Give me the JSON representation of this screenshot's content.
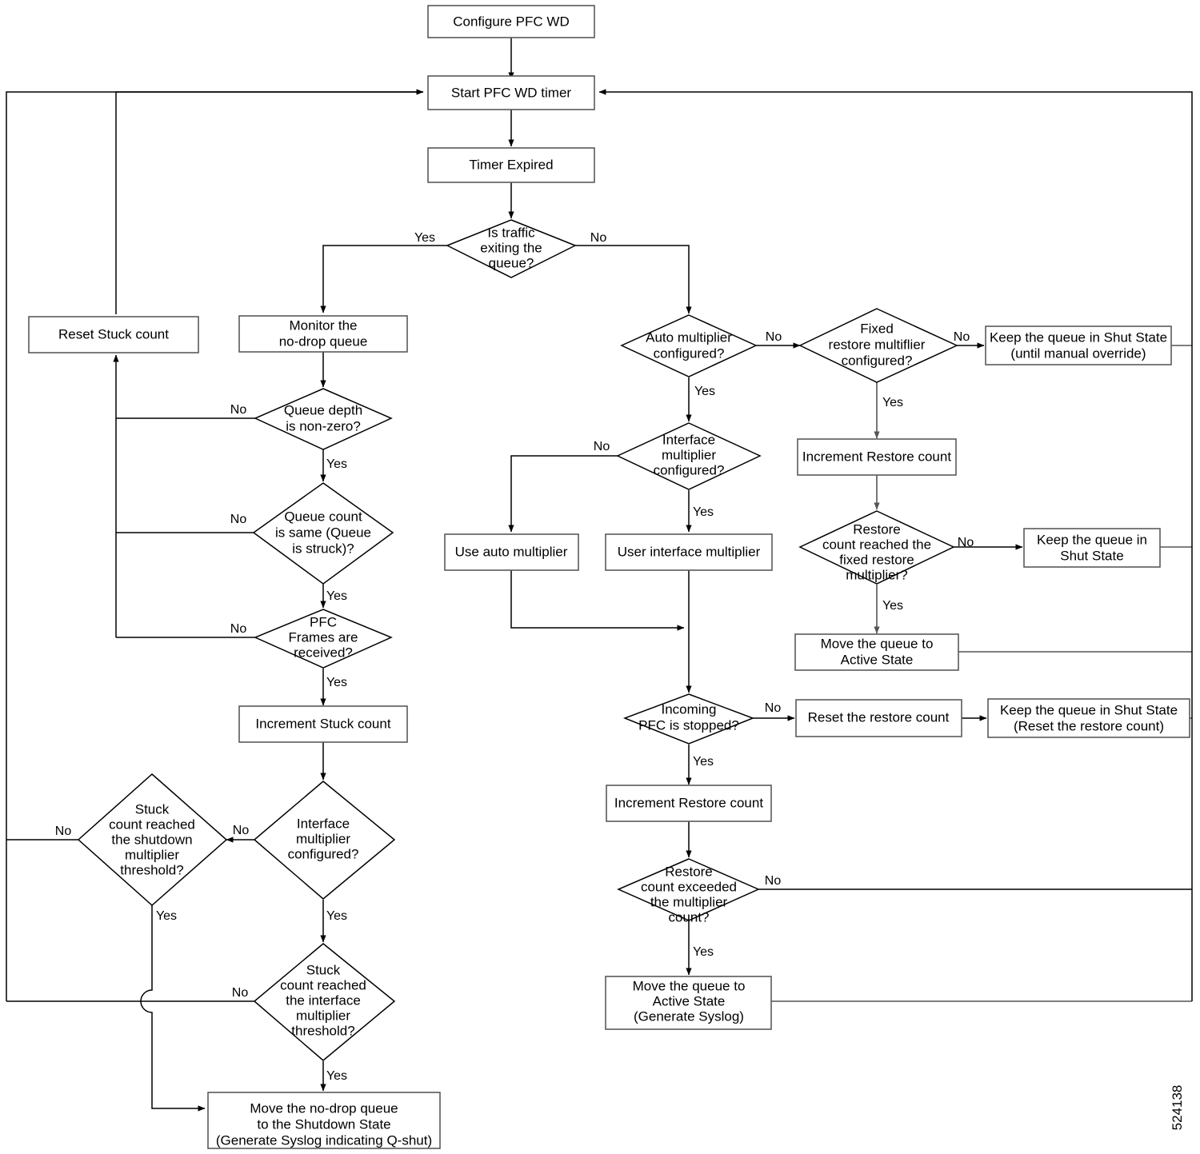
{
  "figure": {
    "id_label": "524138",
    "colors": {
      "box_stroke": "#5a5a5a",
      "diamond_stroke": "#000000",
      "edge": "#000000",
      "background": "#ffffff",
      "text": "#000000"
    }
  },
  "nodes": {
    "configure_pfc_wd": {
      "line1": "Configure PFC WD"
    },
    "start_timer": {
      "line1": "Start PFC WD timer"
    },
    "timer_expired": {
      "line1": "Timer Expired"
    },
    "is_traffic_exiting": {
      "line1": "Is traffic",
      "line2": "exiting the",
      "line3": "queue?"
    },
    "reset_stuck_count": {
      "line1": "Reset Stuck count"
    },
    "monitor_queue": {
      "line1": "Monitor the",
      "line2": "no-drop queue"
    },
    "queue_depth_nonzero": {
      "line1": "Queue depth",
      "line2": "is non-zero?"
    },
    "queue_count_same": {
      "line1": "Queue count",
      "line2": "is same (Queue",
      "line3": "is struck)?"
    },
    "pfc_frames_received": {
      "line1": "PFC",
      "line2": "Frames are",
      "line3": "received?"
    },
    "increment_stuck_count": {
      "line1": "Increment Stuck count"
    },
    "stuck_shutdown_threshold": {
      "line1": "Stuck",
      "line2": "count reached",
      "line3": "the shutdown",
      "line4": "multiplier",
      "line5": "threshold?"
    },
    "interface_multiplier_configured_left": {
      "line1": "Interface",
      "line2": "multiplier",
      "line3": "configured?"
    },
    "stuck_interface_threshold": {
      "line1": "Stuck",
      "line2": "count reached",
      "line3": "the interface",
      "line4": "multiplier",
      "line5": "threshold?"
    },
    "move_queue_shutdown": {
      "line1": "Move the no-drop queue",
      "line2": "to the Shutdown State",
      "line3": "(Generate Syslog indicating Q-shut)"
    },
    "auto_multiplier_configured": {
      "line1": "Auto multiplier",
      "line2": "configured?"
    },
    "interface_multiplier_configured_right": {
      "line1": "Interface",
      "line2": "multiplier",
      "line3": "configured?"
    },
    "use_auto_multiplier": {
      "line1": "Use auto multiplier"
    },
    "user_interface_multiplier": {
      "line1": "User interface multiplier"
    },
    "fixed_restore_multiplier_configured": {
      "line1": "Fixed",
      "line2": "restore multiflier",
      "line3": "configured?"
    },
    "keep_shut_manual_override": {
      "line1": "Keep the queue in Shut State",
      "line2": "(until manual override)"
    },
    "increment_restore_count_top": {
      "line1": "Increment Restore count"
    },
    "restore_count_reached_fixed": {
      "line1": "Restore",
      "line2": "count reached the",
      "line3": "fixed restore",
      "line4": "multiplier?"
    },
    "keep_queue_shut_state": {
      "line1": "Keep the queue in",
      "line2": "Shut State"
    },
    "move_queue_active": {
      "line1": "Move the queue to",
      "line2": "Active State"
    },
    "incoming_pfc_stopped": {
      "line1": "Incoming",
      "line2": "PFC is stopped?"
    },
    "reset_restore_count": {
      "line1": "Reset the restore count"
    },
    "keep_shut_reset_restore": {
      "line1": "Keep the queue in Shut State",
      "line2": "(Reset the restore count)"
    },
    "increment_restore_count_bottom": {
      "line1": "Increment Restore count"
    },
    "restore_count_exceeded": {
      "line1": "Restore",
      "line2": "count exceeded",
      "line3": "the multiplier",
      "line4": "count?"
    },
    "move_queue_active_syslog": {
      "line1": "Move the queue to",
      "line2": "Active State",
      "line3": "(Generate Syslog)"
    }
  },
  "edge_labels": {
    "traffic_yes": "Yes",
    "traffic_no": "No",
    "queue_depth_no": "No",
    "queue_depth_yes": "Yes",
    "queue_count_no": "No",
    "queue_count_yes": "Yes",
    "pfc_frames_no": "No",
    "pfc_frames_yes": "Yes",
    "stuck_shutdown_no": "No",
    "stuck_shutdown_yes": "Yes",
    "iface_mult_left_no": "No",
    "iface_mult_left_yes": "Yes",
    "stuck_iface_no": "No",
    "stuck_iface_yes": "Yes",
    "auto_mult_no": "No",
    "auto_mult_yes": "Yes",
    "iface_mult_right_no": "No",
    "iface_mult_right_yes": "Yes",
    "fixed_restore_no": "No",
    "fixed_restore_yes": "Yes",
    "restore_reached_no": "No",
    "restore_reached_yes": "Yes",
    "incoming_pfc_no": "No",
    "incoming_pfc_yes": "Yes",
    "restore_exceeded_no": "No",
    "restore_exceeded_yes": "Yes"
  }
}
